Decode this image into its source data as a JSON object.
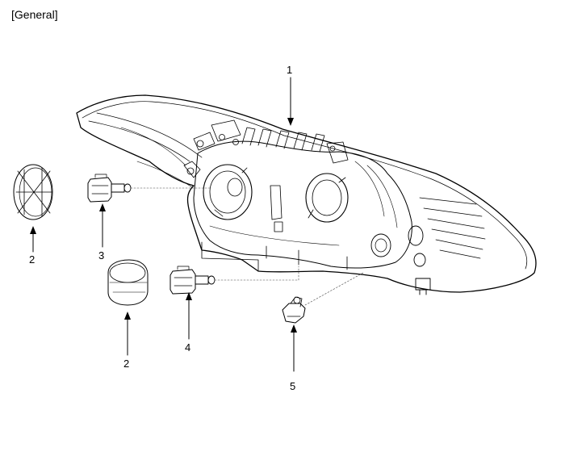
{
  "header": {
    "title": "[General]"
  },
  "callouts": [
    {
      "id": "1",
      "label": "1"
    },
    {
      "id": "2a",
      "label": "2"
    },
    {
      "id": "3",
      "label": "3"
    },
    {
      "id": "2b",
      "label": "2"
    },
    {
      "id": "4",
      "label": "4"
    },
    {
      "id": "5",
      "label": "5"
    }
  ]
}
